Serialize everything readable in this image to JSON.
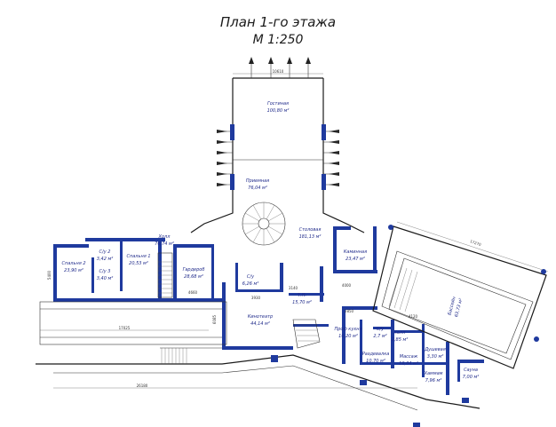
{
  "title": {
    "line1": "План 1-го этажа",
    "line2": "М 1:250"
  },
  "rooms": {
    "gostinaya": {
      "name": "Гостиная",
      "area": "100,80 м²"
    },
    "priemnaya": {
      "name": "Приемная",
      "area": "76,04 м²"
    },
    "stolovaya": {
      "name": "Столовая",
      "area": "181,13 м²"
    },
    "kaminnaya": {
      "name": "Каминная",
      "area": "23,47 м²"
    },
    "basseyn": {
      "name": "Бассейн",
      "area": "63,73 м²"
    },
    "kholl": {
      "name": "Холл",
      "area": "76,74 м²"
    },
    "spalnya2": {
      "name": "Спальня 2",
      "area": "23,90 м²"
    },
    "spalnya1": {
      "name": "Спальня 1",
      "area": "20,53 м²"
    },
    "su2": {
      "name": "С/у 2",
      "area": "3,42 м²"
    },
    "su3": {
      "name": "С/у 3",
      "area": "3,40 м²"
    },
    "garderob": {
      "name": "Гардероб",
      "area": "28,68 м²"
    },
    "su": {
      "name": "С/у",
      "area": "6,26 м²"
    },
    "tp": {
      "name": "Т.П.",
      "area": "15,70 м²"
    },
    "kinoteatr": {
      "name": "Кинотеатр",
      "area": "44,14 м²"
    },
    "prop_kukhnya": {
      "name": "Проф кухня",
      "area": "16,20 м²"
    },
    "razdevalka": {
      "name": "Раздевалка",
      "area": "10,70 м²"
    },
    "massazh": {
      "name": "Массаж",
      "area": "16,04 м²"
    },
    "dushevaya": {
      "name": "Душевая",
      "area": "3,30 м²"
    },
    "khamam": {
      "name": "Хаммам",
      "area": "7,96 м²"
    },
    "sauna": {
      "name": "Сауна",
      "area": "7,00 м²"
    },
    "su_small": {
      "name": "С/у",
      "area": "2,7 м²"
    },
    "kholl_small": {
      "name": "Холл",
      "area": "2,85 м²"
    }
  },
  "dimensions": {
    "top": "10610",
    "pool_diag": "17270",
    "left_mid": "17025",
    "bottom": "26180",
    "garderob_w": "4660",
    "kholl_w": "3930",
    "su_w": "3140",
    "left_side": "5400",
    "kitchen_w": "4000",
    "b1": "6085",
    "b2": "2850",
    "b3": "4120"
  },
  "colors": {
    "wall": "#1f3a9e",
    "line": "#333333"
  }
}
